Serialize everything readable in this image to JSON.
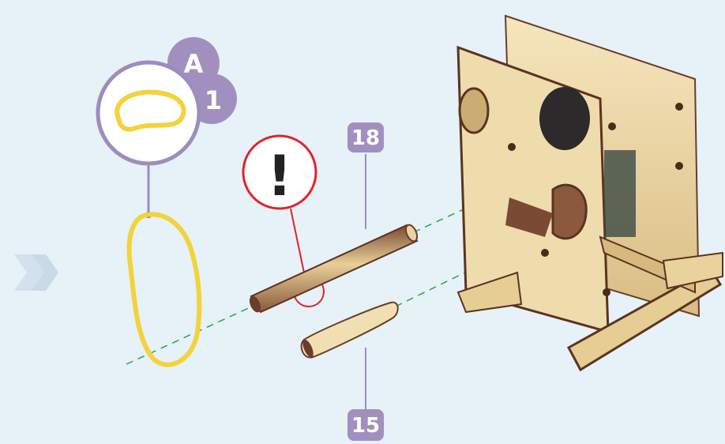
{
  "step_badge": {
    "letter": "A",
    "number": "1"
  },
  "warning_mark": "!",
  "part_labels": {
    "long_dowel": "18",
    "short_dowel": "15"
  },
  "colors": {
    "background": "#e6f1f8",
    "badge_purple": "#a190bf",
    "badge_purple_light": "#c2b5d8",
    "rubber_band_yellow": "#f2d33a",
    "warning_red": "#e0242c",
    "guide_green": "#2aa84a",
    "wood_light": "#ecd7a4",
    "wood_dark": "#6a3d2a",
    "chevron": "#d2e1ec"
  },
  "icons": [
    "next-step-chevron-icon",
    "rubber-band-icon",
    "warning-icon"
  ]
}
